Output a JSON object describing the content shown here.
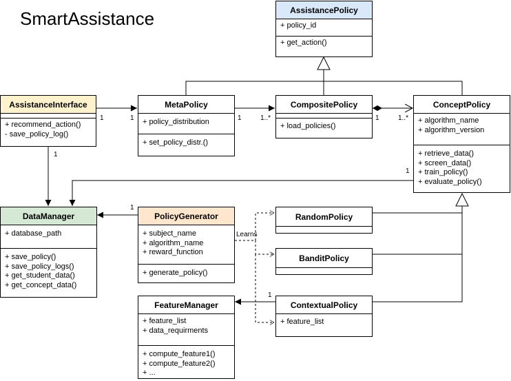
{
  "title": "SmartAssistance",
  "colors": {
    "policy_header": "#dae8fc",
    "interface_header": "#fff2cc",
    "datamanager_header": "#d5e8d4",
    "generator_header": "#ffe6cc"
  },
  "classes": {
    "assistance_policy": {
      "name": "AssistancePolicy",
      "attrs": [
        "+ policy_id"
      ],
      "methods": [
        "+ get_action()"
      ]
    },
    "assistance_interface": {
      "name": "AssistanceInterface",
      "attrs": [],
      "methods": [
        "+ recommend_action()",
        "-  save_policy_log()"
      ]
    },
    "meta_policy": {
      "name": "MetaPolicy",
      "attrs": [
        "+ policy_distribution"
      ],
      "methods": [
        "+ set_policy_distr.()"
      ]
    },
    "composite_policy": {
      "name": "CompositePolicy",
      "attrs": [],
      "methods": [
        "+ load_policies()"
      ]
    },
    "concept_policy": {
      "name": "ConceptPolicy",
      "attrs": [
        "+ algorithm_name",
        "+ algorithm_version"
      ],
      "methods": [
        "+ retrieve_data()",
        "+ screen_data()",
        "+ train_policy()",
        "+ evaluate_policy()"
      ]
    },
    "data_manager": {
      "name": "DataManager",
      "attrs": [
        "+ database_path"
      ],
      "methods": [
        "+ save_policy()",
        "+ save_policy_logs()",
        "+ get_student_data()",
        "+ get_concept_data()"
      ]
    },
    "policy_generator": {
      "name": "PolicyGenerator",
      "attrs": [
        "+ subject_name",
        "+ algorithm_name",
        "+ reward_function"
      ],
      "methods": [
        "+ generate_policy()"
      ]
    },
    "random_policy": {
      "name": "RandomPolicy"
    },
    "bandit_policy": {
      "name": "BanditPolicy"
    },
    "contextual_policy": {
      "name": "ContextualPolicy",
      "attrs": [
        "+ feature_list"
      ]
    },
    "feature_manager": {
      "name": "FeatureManager",
      "attrs": [
        "+ feature_list",
        "+ data_requirments"
      ],
      "methods": [
        "+ compute_feature1()",
        "+ compute_feature2()",
        "+ ..."
      ]
    }
  },
  "labels": {
    "learns": "Learns",
    "m_interface_meta_src": "1",
    "m_interface_meta_dst": "1",
    "m_meta_composite_src": "1",
    "m_meta_composite_dst": "1..*",
    "m_composite_concept_src": "1",
    "m_composite_concept_dst": "1..*",
    "m_interface_dm": "1",
    "m_concept_dm": "1",
    "m_generator_dm": "1",
    "m_contextual_fm": "1"
  }
}
